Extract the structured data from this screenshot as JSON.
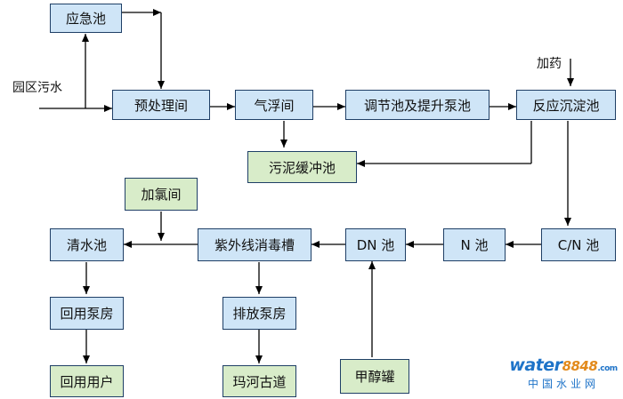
{
  "nodes": {
    "emergency_pool": "应急池",
    "pretreatment": "预处理间",
    "air_flotation": "气浮间",
    "regulating_pool": "调节池及提升泵池",
    "reaction_sedimentation": "反应沉淀池",
    "sludge_buffer": "污泥缓冲池",
    "cn_pool": "C/N 池",
    "n_pool": "N 池",
    "dn_pool": "DN 池",
    "uv_channel": "紫外线消毒槽",
    "clear_water_pool": "清水池",
    "chlorination_room": "加氯间",
    "reuse_pump_room": "回用泵房",
    "discharge_pump_room": "排放泵房",
    "reuse_users": "回用用户",
    "mahe_ancient_channel": "玛河古道",
    "methanol_tank": "甲醇罐"
  },
  "labels": {
    "park_wastewater": "园区污水",
    "dosing": "加药"
  },
  "watermark": {
    "brand_left": "water",
    "brand_right": "8848",
    "brand_suffix": ".com",
    "subtitle": "中国水业网"
  },
  "colors": {
    "process_fill": "#cfe5f7",
    "outlet_fill": "#d8ecc9",
    "line": "#000000"
  }
}
